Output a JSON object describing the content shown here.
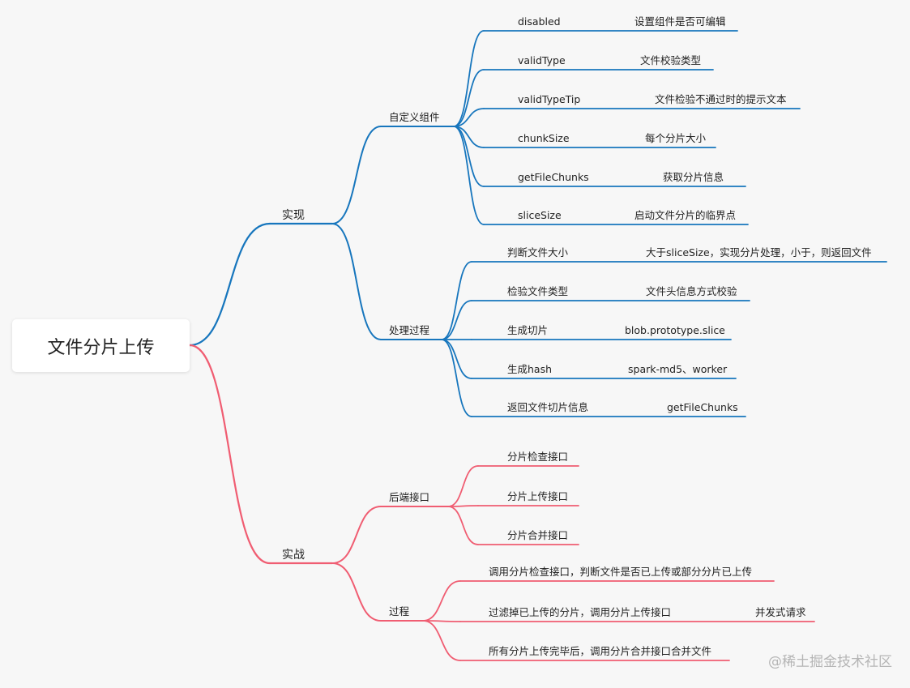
{
  "root": {
    "label": "文件分片上传"
  },
  "colors": {
    "blue": "#1776bd",
    "red": "#f05d72"
  },
  "branches": [
    {
      "label": "实现",
      "color": "#1776bd",
      "children": [
        {
          "label": "自定义组件",
          "children": [
            {
              "label": "disabled",
              "note": "设置组件是否可编辑"
            },
            {
              "label": "validType",
              "note": "文件校验类型"
            },
            {
              "label": "validTypeTip",
              "note": "文件检验不通过时的提示文本"
            },
            {
              "label": "chunkSize",
              "note": "每个分片大小"
            },
            {
              "label": "getFileChunks",
              "note": "获取分片信息"
            },
            {
              "label": "sliceSize",
              "note": "启动文件分片的临界点"
            }
          ]
        },
        {
          "label": "处理过程",
          "children": [
            {
              "label": "判断文件大小",
              "note": "大于sliceSize，实现分片处理，小于，则返回文件"
            },
            {
              "label": "检验文件类型",
              "note": "文件头信息方式校验"
            },
            {
              "label": "生成切片",
              "note": "blob.prototype.slice"
            },
            {
              "label": "生成hash",
              "note": "spark-md5、worker"
            },
            {
              "label": "返回文件切片信息",
              "note": "getFileChunks"
            }
          ]
        }
      ]
    },
    {
      "label": "实战",
      "color": "#f05d72",
      "children": [
        {
          "label": "后端接口",
          "children": [
            {
              "label": "分片检查接口",
              "note": ""
            },
            {
              "label": "分片上传接口",
              "note": ""
            },
            {
              "label": "分片合并接口",
              "note": ""
            }
          ]
        },
        {
          "label": "过程",
          "children": [
            {
              "label": "调用分片检查接口，判断文件是否已上传或部分分片已上传",
              "note": ""
            },
            {
              "label": "过滤掉已上传的分片，调用分片上传接口",
              "note": "并发式请求"
            },
            {
              "label": "所有分片上传完毕后，调用分片合并接口合并文件",
              "note": ""
            }
          ]
        }
      ]
    }
  ],
  "watermark": "@稀土掘金技术社区"
}
